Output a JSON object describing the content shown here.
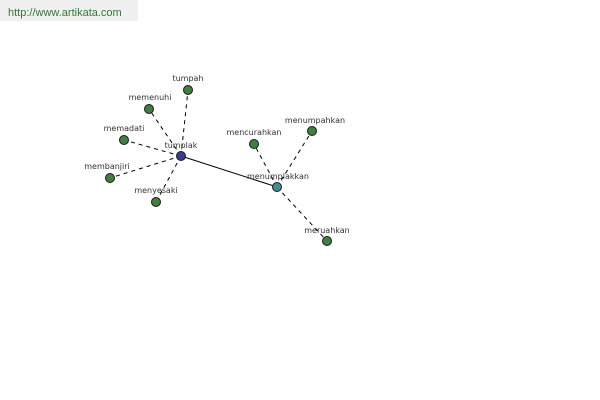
{
  "header": {
    "url_text": "http://www.artikata.com"
  },
  "colors": {
    "url_text": "#2f7a2f",
    "banner_bg": "#f0f0f0",
    "edge": "#000000",
    "label": "#333333",
    "node_stroke": "#1a1a1a",
    "node_leaf": "#3f7f3f",
    "node_primary": "#3c3c8c",
    "node_secondary": "#3f8f8f"
  },
  "diagram": {
    "nodes": [
      {
        "id": "tumplak",
        "label": "tumplak",
        "kind": "primary"
      },
      {
        "id": "menumplakkan",
        "label": "menumplakkan",
        "kind": "secondary"
      },
      {
        "id": "tumpah",
        "label": "tumpah",
        "kind": "leaf"
      },
      {
        "id": "memenuhi",
        "label": "memenuhi",
        "kind": "leaf"
      },
      {
        "id": "memadati",
        "label": "memadati",
        "kind": "leaf"
      },
      {
        "id": "membanjiri",
        "label": "membanjiri",
        "kind": "leaf"
      },
      {
        "id": "menyesaki",
        "label": "menyesaki",
        "kind": "leaf"
      },
      {
        "id": "mencurahkan",
        "label": "mencurahkan",
        "kind": "leaf"
      },
      {
        "id": "menumpahkan",
        "label": "menumpahkan",
        "kind": "leaf"
      },
      {
        "id": "meruahkan",
        "label": "meruahkan",
        "kind": "leaf"
      }
    ],
    "edges": [
      {
        "from": "tumplak",
        "to": "menumplakkan",
        "style": "solid"
      },
      {
        "from": "tumplak",
        "to": "tumpah",
        "style": "dashed"
      },
      {
        "from": "tumplak",
        "to": "memenuhi",
        "style": "dashed"
      },
      {
        "from": "tumplak",
        "to": "memadati",
        "style": "dashed"
      },
      {
        "from": "tumplak",
        "to": "membanjiri",
        "style": "dashed"
      },
      {
        "from": "tumplak",
        "to": "menyesaki",
        "style": "dashed"
      },
      {
        "from": "menumplakkan",
        "to": "mencurahkan",
        "style": "dashed"
      },
      {
        "from": "menumplakkan",
        "to": "menumpahkan",
        "style": "dashed"
      },
      {
        "from": "menumplakkan",
        "to": "meruahkan",
        "style": "dashed"
      }
    ]
  }
}
